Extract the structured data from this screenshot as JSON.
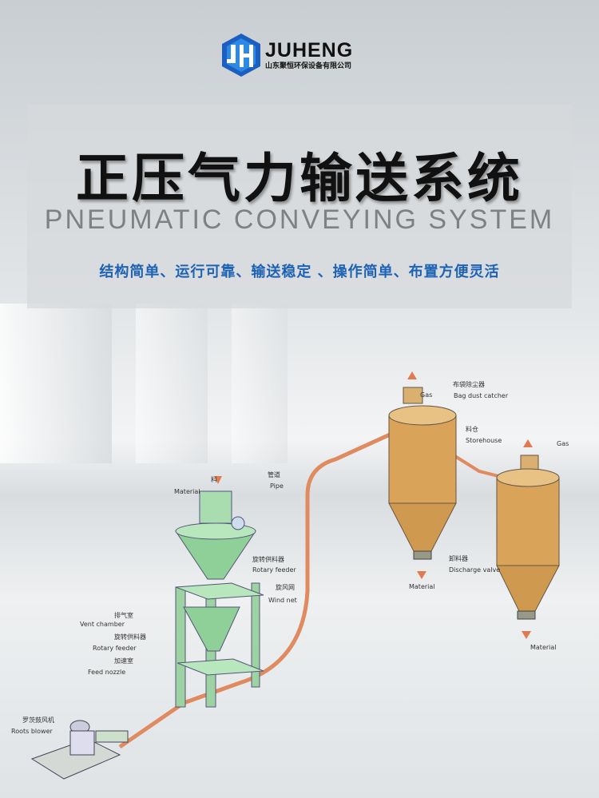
{
  "logo": {
    "brand": "JUHENG",
    "company": "山东聚恒环保设备有限公司"
  },
  "header": {
    "title": "正压气力输送系统",
    "subtitle": "PNEUMATIC CONVEYING SYSTEM",
    "slogan": "结构简单、运行可靠、输送稳定 、操作简单、布置方便灵活"
  },
  "diagram": {
    "labels": {
      "material_in_cn": "料",
      "material_in": "Material",
      "pipe_cn": "管道",
      "pipe": "Pipe",
      "rotary_feeder_top_cn": "旋转供料器",
      "rotary_feeder_top": "Rotary feeder",
      "wind_net_cn": "旋风网",
      "wind_net": "Wind net",
      "vent_chamber_cn": "排气室",
      "vent_chamber": "Vent chamber",
      "rotary_feeder_cn": "旋转供料器",
      "rotary_feeder": "Rotary feeder",
      "feed_nozzle_cn": "加速室",
      "feed_nozzle": "Feed nozzle",
      "roots_blower_cn": "罗茨鼓风机",
      "roots_blower": "Roots blower",
      "bag_dust_catcher_cn": "布袋除尘器",
      "bag_dust_catcher": "Bag dust catcher",
      "gas1": "Gas",
      "gas2": "Gas",
      "storehouse_cn": "料仓",
      "storehouse": "Storehouse",
      "discharge_valve_cn": "卸料器",
      "discharge_valve": "Discharge valve",
      "material_out1": "Material",
      "material_out2": "Material"
    }
  },
  "colors": {
    "accent": "#1e62b3",
    "silo": "#d9a45a",
    "hopper": "#8fcf98",
    "pipe": "#e08a60"
  }
}
